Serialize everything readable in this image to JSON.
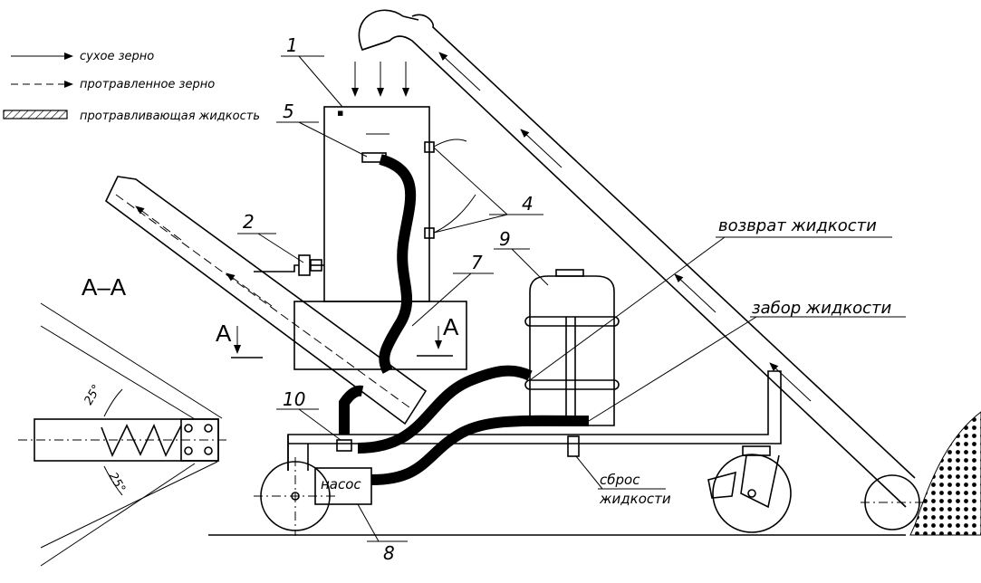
{
  "legend": {
    "dry_grain": "сухое зерно",
    "treated_grain": "протравленное зерно",
    "treating_liquid": "протравливающая жидкость"
  },
  "callouts": {
    "n1": "1",
    "n2": "2",
    "n4": "4",
    "n5": "5",
    "n7": "7",
    "n8": "8",
    "n9": "9",
    "n10": "10"
  },
  "labels": {
    "return_liquid": "возврат жидкости",
    "intake_liquid": "забор жидкости",
    "drain_line1": "сброс",
    "drain_line2": "жидкости",
    "pump": "насос"
  },
  "section": {
    "title": "А–А",
    "marker_left": "А",
    "marker_right": "А",
    "angle_top": "25°",
    "angle_bottom": "25°"
  },
  "colors": {
    "ink": "#000000",
    "paper": "#ffffff"
  }
}
